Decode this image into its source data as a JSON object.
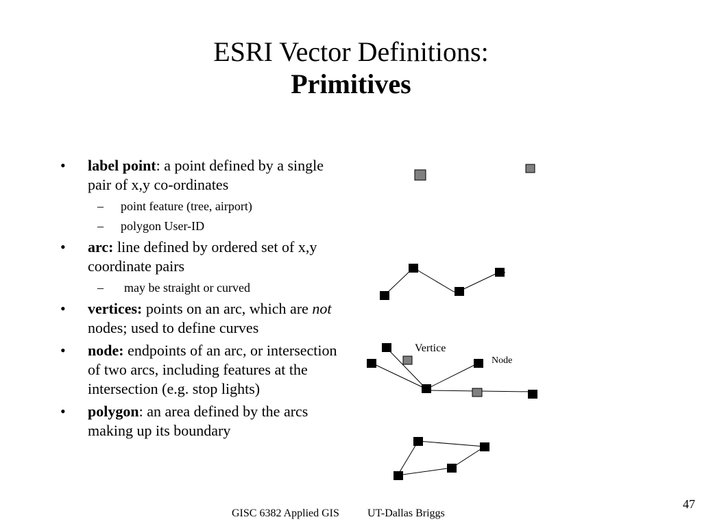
{
  "slide": {
    "title_line1": "ESRI Vector Definitions:",
    "title_line2": "Primitives"
  },
  "bullets": [
    {
      "term": "label point",
      "sep": ":",
      "rest": " a point defined by a single pair of x,y co-ordinates",
      "subs": [
        "point feature (tree, airport)",
        "polygon User-ID"
      ]
    },
    {
      "term": "arc:",
      "rest": " line defined by ordered set of x,y coordinate pairs",
      "subs": [
        "may be straight or curved"
      ]
    },
    {
      "term": "vertices:",
      "rest_a": " points on an arc, which are ",
      "emph": "not",
      "rest_b": " nodes; used to define curves"
    },
    {
      "term": "node:",
      "rest": " endpoints of an arc, or intersection of two arcs, including features at the intersection (e.g. stop lights)"
    },
    {
      "term": "polygon",
      "sep": ":",
      "rest": " an area defined by the arcs making up its boundary"
    }
  ],
  "bullet_glyph": "•",
  "dash_glyph": "–",
  "diagram": {
    "vertex_label": "Vertice",
    "node_label": "Node",
    "node_color": "#000000",
    "vertex_color": "#808080"
  },
  "footer": {
    "course": "GISC 6382 Applied GIS",
    "org": "UT-Dallas  Briggs",
    "page": "47"
  }
}
